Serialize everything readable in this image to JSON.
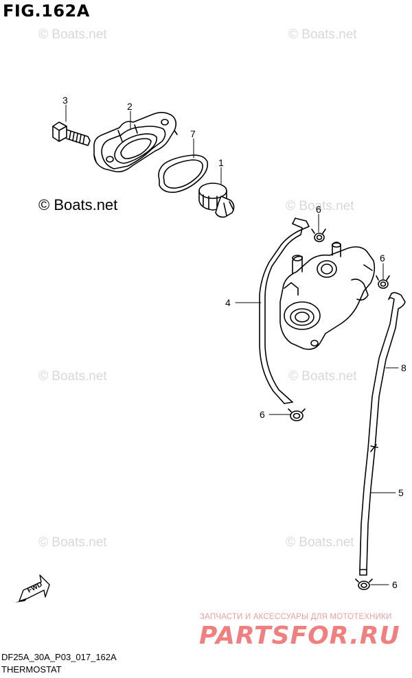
{
  "figure": {
    "title": "FIG.162A",
    "code": "DF25A_30A_P03_017_162A",
    "name": "THERMOSTAT"
  },
  "watermarks": {
    "small": "© Boats.net",
    "large": "© Boats.net"
  },
  "callouts": [
    "3",
    "2",
    "7",
    "1",
    "6",
    "6",
    "4",
    "8",
    "6",
    "5",
    "6"
  ],
  "fwd_arrow": {
    "label": "FWD",
    "icon": "fwd-arrow-icon"
  },
  "shop": {
    "tagline": "ЗАПЧАСТИ И АКСЕССУАРЫ ДЛЯ МОТОТЕХНИКИ",
    "logo": "PARTSFOR.RU",
    "color": "#f08080"
  }
}
